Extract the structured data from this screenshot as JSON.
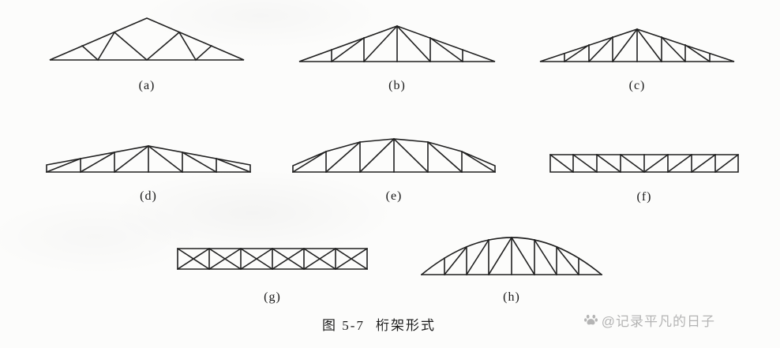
{
  "figure": {
    "caption_prefix": "图 5-7",
    "caption_title": "桁架形式",
    "trusses": [
      {
        "label": "(a)",
        "name": "triangular-fink-truss"
      },
      {
        "label": "(b)",
        "name": "triangular-howe-truss"
      },
      {
        "label": "(c)",
        "name": "triangular-fan-truss"
      },
      {
        "label": "(d)",
        "name": "trapezoidal-truss"
      },
      {
        "label": "(e)",
        "name": "polygonal-truss"
      },
      {
        "label": "(f)",
        "name": "parallel-chord-truss"
      },
      {
        "label": "(g)",
        "name": "cross-braced-parallel-chord-truss"
      },
      {
        "label": "(h)",
        "name": "bowstring-arch-truss"
      }
    ]
  },
  "watermark": {
    "icon": "paw-icon",
    "text": "@记录平凡的日子"
  },
  "colors": {
    "line": "#202020",
    "text": "#1a1a1a",
    "watermark": "#b4b4b4",
    "background": "#fcfcfb"
  }
}
